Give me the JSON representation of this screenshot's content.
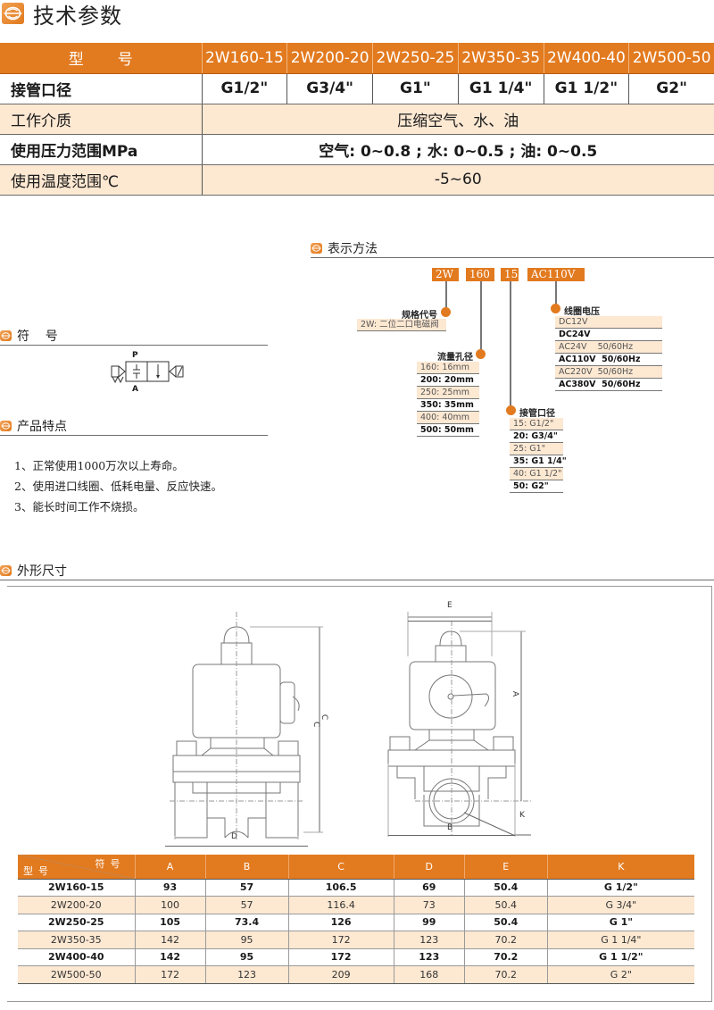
{
  "header": {
    "title": "技术参数",
    "icon": "brand-logo-icon"
  },
  "spec_table": {
    "header_label": "型号",
    "models": [
      "2W160-15",
      "2W200-20",
      "2W250-25",
      "2W350-35",
      "2W400-40",
      "2W500-50"
    ],
    "rows": [
      {
        "label": "接管口径",
        "values": [
          "G1/2\"",
          "G3/4\"",
          "G1\"",
          "G1 1/4\"",
          "G1 1/2\"",
          "G2\""
        ]
      },
      {
        "label": "工作介质",
        "value": "压缩空气、水、油"
      },
      {
        "label": "使用压力范围MPa",
        "value": "空气: 0~0.8 ; 水: 0~0.5 ; 油: 0~0.5"
      },
      {
        "label": "使用温度范围℃",
        "value": "-5~60"
      }
    ]
  },
  "notation": {
    "title": "表示方法",
    "codes": [
      "2W",
      "160",
      "15",
      "AC110V"
    ],
    "groups": {
      "spec_code": {
        "title": "规格代号",
        "options": [
          "2W: 二位二口电磁阀"
        ]
      },
      "flow_bore": {
        "title": "流量孔径",
        "options": [
          "160: 16mm",
          "200: 20mm",
          "250: 25mm",
          "350: 35mm",
          "400: 40mm",
          "500: 50mm"
        ]
      },
      "port_size": {
        "title": "接管口径",
        "options": [
          "15: G1/2\"",
          "20: G3/4\"",
          "25: G1\"",
          "35: G1 1/4\"",
          "40: G1 1/2\"",
          "50: G2\""
        ]
      },
      "coil_voltage": {
        "title": "线圈电压",
        "options": [
          "DC12V",
          "DC24V",
          "AC24V    50/60Hz",
          "AC110V  50/60Hz",
          "AC220V  50/60Hz",
          "AC380V  50/60Hz"
        ]
      }
    }
  },
  "symbol": {
    "title": "符    号",
    "port_p": "P",
    "port_a": "A"
  },
  "features": {
    "title": "产品特点",
    "items": [
      "1、正常使用1000万次以上寿命。",
      "2、使用进口线圈、低耗电量、反应快速。",
      "3、能长时间工作不烧损。"
    ]
  },
  "dimensions": {
    "title": "外形尺寸",
    "drawing_labels": {
      "c": "C",
      "d": "D",
      "e": "E",
      "a": "A",
      "b": "B",
      "k": "K"
    },
    "table": {
      "corner_top": "符号",
      "corner_bottom": "型号",
      "columns": [
        "A",
        "B",
        "C",
        "D",
        "E",
        "K"
      ],
      "rows": [
        {
          "model": "2W160-15",
          "values": [
            "93",
            "57",
            "106.5",
            "69",
            "50.4",
            "G 1/2\""
          ]
        },
        {
          "model": "2W200-20",
          "values": [
            "100",
            "57",
            "116.4",
            "73",
            "50.4",
            "G 3/4\""
          ]
        },
        {
          "model": "2W250-25",
          "values": [
            "105",
            "73.4",
            "126",
            "99",
            "50.4",
            "G 1\""
          ]
        },
        {
          "model": "2W350-35",
          "values": [
            "142",
            "95",
            "172",
            "123",
            "70.2",
            "G 1 1/4\""
          ]
        },
        {
          "model": "2W400-40",
          "values": [
            "142",
            "95",
            "172",
            "123",
            "70.2",
            "G 1 1/2\""
          ]
        },
        {
          "model": "2W500-50",
          "values": [
            "172",
            "123",
            "209",
            "168",
            "70.2",
            "G 2\""
          ]
        }
      ]
    }
  },
  "colors": {
    "accent": "#e27a1f",
    "row_alt": "#fde8d2"
  }
}
